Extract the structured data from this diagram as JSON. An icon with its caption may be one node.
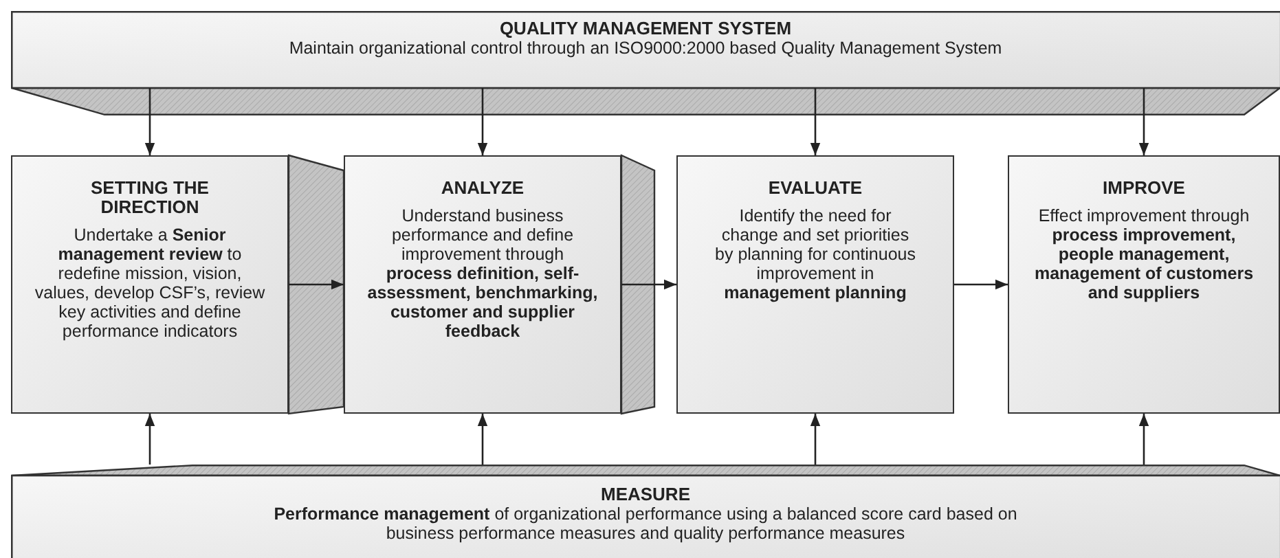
{
  "diagram": {
    "nodes": [
      {
        "text": [
          "QUALITY MANAGEMENT SYSTEM",
          "Maintain organizational control through an ISO9000:2000 based Quality Management System"
        ]
      },
      {
        "text": [
          "SETTING THE DIRECTION",
          "Undertake a **Senior management review** to redefine mission, vision, values, develop CSF’s, review key activities and define performance indicators"
        ]
      },
      {
        "text": [
          "ANALYZE",
          "Understand business performance and define improvement  through **process definition, self-assessment, benchmarking, customer and supplier feedback**"
        ]
      },
      {
        "text": [
          "EVALUATE",
          "Identify the need for change and set priorities by planning for continuous improvement in **management planning**"
        ]
      },
      {
        "text": [
          "IMPROVE",
          "Effect improvement through **process improvement, people management, management of customers and suppliers**"
        ]
      },
      {
        "text": [
          "MEASURE",
          "**Performance management** of organizational performance using a balanced score card based on business performance measures and quality performance measures"
        ]
      }
    ],
    "edges": [
      {
        "from": 0,
        "to": 1,
        "arrow": "to"
      },
      {
        "from": 0,
        "to": 2,
        "arrow": "to"
      },
      {
        "from": 0,
        "to": 3,
        "arrow": "to"
      },
      {
        "from": 0,
        "to": 4,
        "arrow": "to"
      },
      {
        "from": 1,
        "to": 2,
        "arrow": "to"
      },
      {
        "from": 2,
        "to": 3,
        "arrow": "to"
      },
      {
        "from": 3,
        "to": 4,
        "arrow": "to"
      },
      {
        "from": 5,
        "to": 1,
        "arrow": "to"
      },
      {
        "from": 5,
        "to": 2,
        "arrow": "to"
      },
      {
        "from": 5,
        "to": 3,
        "arrow": "to"
      },
      {
        "from": 5,
        "to": 4,
        "arrow": "to"
      }
    ]
  }
}
